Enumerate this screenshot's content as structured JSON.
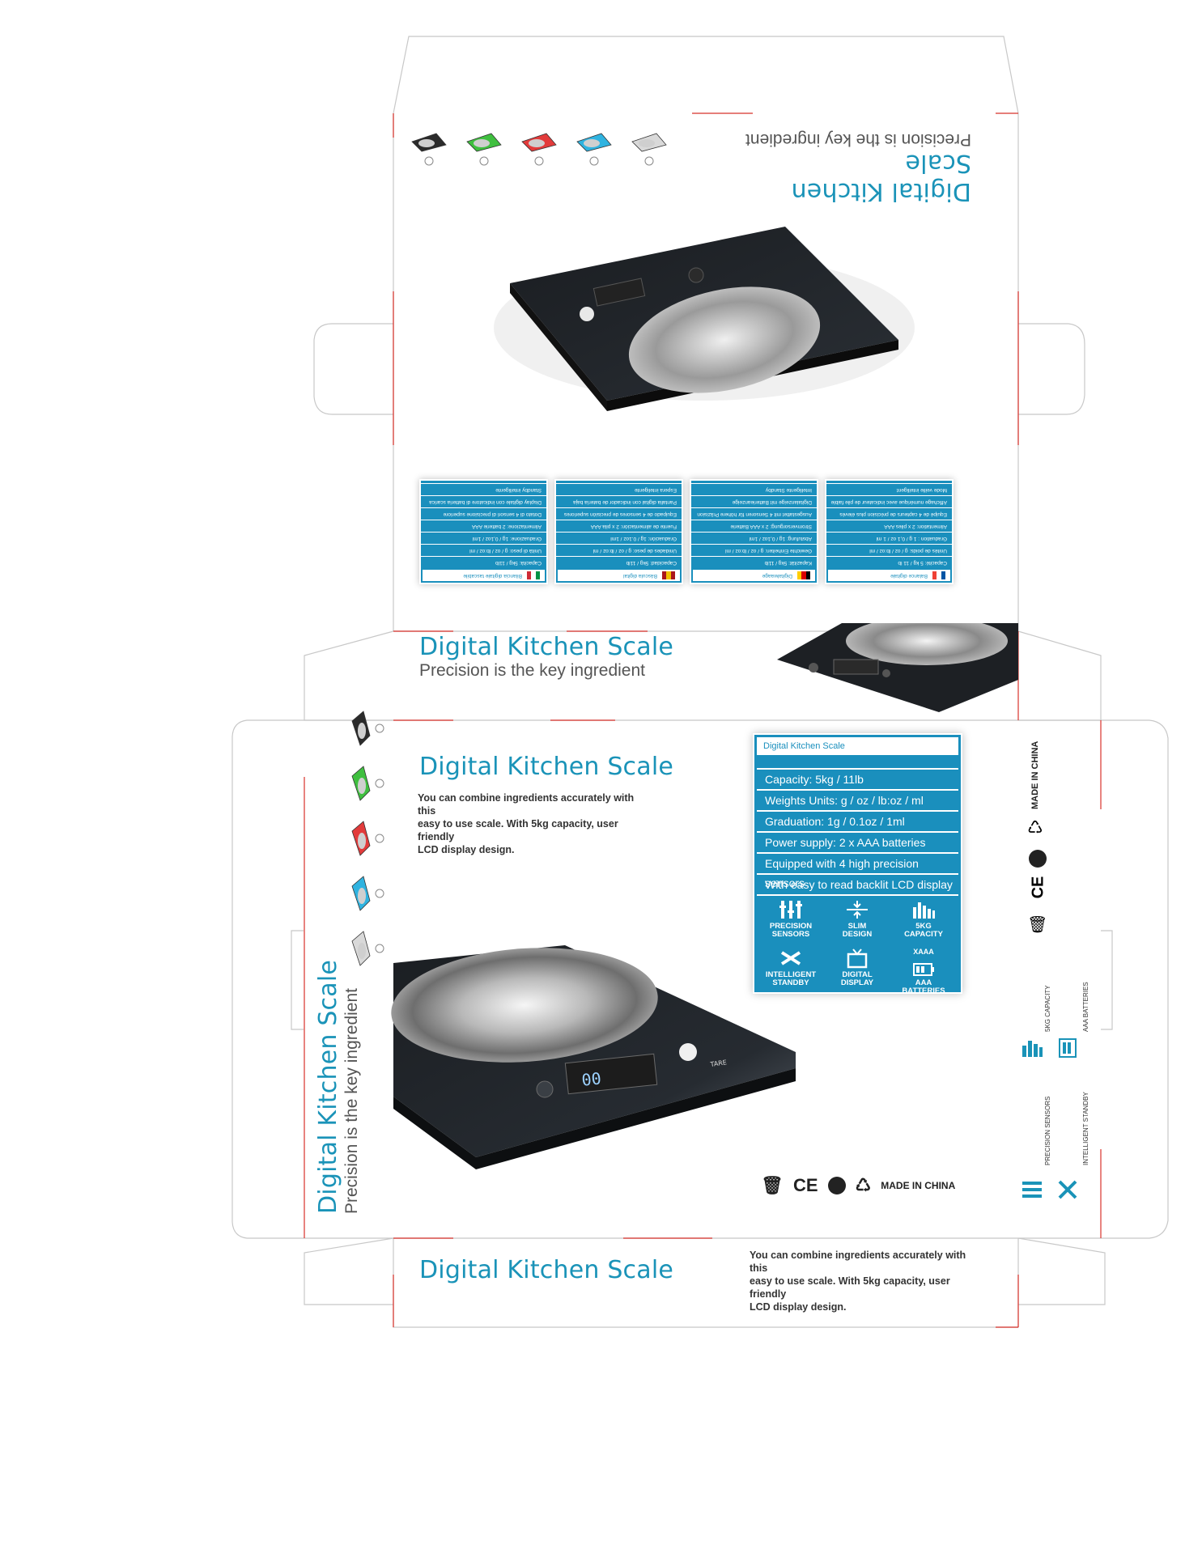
{
  "product": {
    "title": "Digital Kitchen Scale",
    "tagline": "Precision is the key ingredient",
    "description": "You can combine ingredients accurately with this easy to use scale. With 5kg capacity, user friendly LCD display design.",
    "description_lines": [
      "You can combine ingredients accurately with this",
      "easy to use scale. With 5kg capacity, user friendly",
      "LCD display design."
    ]
  },
  "spec_panel": {
    "header": "Digital Kitchen Scale",
    "rows": [
      "Capacity: 5kg / 11lb",
      "Weights Units: g / oz / lb:oz / ml",
      "Graduation: 1g / 0.1oz / 1ml",
      "Power supply: 2 x AAA batteries",
      "Equipped with 4 high precision sensors",
      "With easy to read backlit LCD display"
    ],
    "features": [
      {
        "line1": "PRECISION",
        "line2": "SENSORS",
        "icon": "sensors-icon"
      },
      {
        "line1": "SLIM",
        "line2": "DESIGN",
        "icon": "slim-icon"
      },
      {
        "line1": "5KG",
        "line2": "CAPACITY",
        "icon": "capacity-icon"
      },
      {
        "line1": "INTELLIGENT",
        "line2": "STANDBY",
        "icon": "standby-icon"
      },
      {
        "line1": "DIGITAL",
        "line2": "DISPLAY",
        "icon": "display-icon"
      },
      {
        "line1": "AAA",
        "line2": "BATTERIES",
        "icon": "battery-icon"
      }
    ],
    "battery_label": "XAAA"
  },
  "side_panel": {
    "made_in": "MADE IN CHINA",
    "feature_labels": [
      "5KG CAPACITY",
      "AAA BATTERIES",
      "PRECISION SENSORS",
      "INTELLIGENT STANDBY"
    ]
  },
  "bottom_logos": {
    "made_in": "MADE IN CHINA"
  },
  "language_panels": [
    {
      "header": "Balance digitale",
      "flag": [
        "#0055a4",
        "#ffffff",
        "#ef4135"
      ],
      "rows": [
        "Capacité: 5 kg / 11 lb",
        "Unités de poids: g / oz / lb:oz / ml",
        "Graduation : 1 g / 0,1 oz / 1 ml",
        "Alimentation: 2 x piles AAA",
        "Equipé de 4 capteurs de précision plus élevés",
        "Affichage numérique avec indicateur de pile faible",
        "Mode veille intelligent"
      ]
    },
    {
      "header": "Digitalwaage",
      "flag": [
        "#000000",
        "#dd0000",
        "#ffce00"
      ],
      "rows": [
        "Kapazität: 5kg / 11lb",
        "Gewichte Einheiten: g / oz / lb:oz / ml",
        "Abstufung: 1g / 0,1oz / 1ml",
        "Stromversorgung: 2 x AAA Batterie",
        "Ausgestattet mit 4 Sensoren für höhere Präzision",
        "Digitalanzeige mit Batterieanzeige",
        "Intelligente Standby"
      ]
    },
    {
      "header": "Báscula digital",
      "flag": [
        "#aa151b",
        "#f1bf00",
        "#aa151b"
      ],
      "rows": [
        "Capacidad: 5kg / 11lb",
        "Unidades de peso: g / oz / lb:oz / ml",
        "Graduación: 1g / 0.1oz / 1ml",
        "Fuente de alimentación: 2 x pila AAA",
        "Equipado de 4 sensores de precisión superiores",
        "Pantalla digital con indicador de batería baja",
        "Espera inteligente"
      ]
    },
    {
      "header": "Bilancia digitale tascabile",
      "flag": [
        "#009246",
        "#ffffff",
        "#ce2b37"
      ],
      "rows": [
        "Capacità: 5kg / 11lb",
        "Unità di peso: g / oz / lb:oz / ml",
        "Graduazione: 1g / 0,1oz / 1ml",
        "Alimentazione: 2 batterie AAA",
        "Dotato di 4 sensori di precisione superiore",
        "Display digitale con indicatore di batteria scarica",
        "Standby intelligente"
      ]
    }
  ],
  "color_variants": [
    "#2b2b2b",
    "#3fbf3f",
    "#e23b3b",
    "#2fb3e0",
    "#d9d9d9"
  ],
  "colors": {
    "accent": "#1a93b8",
    "panel": "#1a8fbd",
    "fold_line": "#d8312a",
    "scale_body": "#1e2226"
  }
}
